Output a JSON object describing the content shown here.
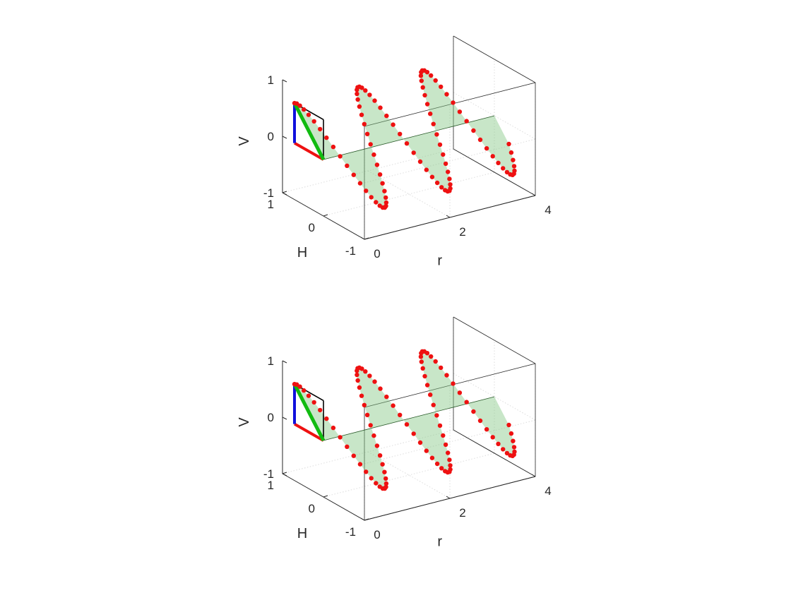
{
  "chart_data": [
    {
      "type": "scatter3d",
      "title": "",
      "xlabel": "r",
      "ylabel": "H",
      "zlabel": "V",
      "xlim": [
        0,
        4
      ],
      "ylim": [
        -1,
        1
      ],
      "zlim": [
        -1,
        1
      ],
      "xticks": [
        "0",
        "2",
        "4"
      ],
      "yticks": [
        "1",
        "0",
        "-1"
      ],
      "zticks": [
        "1",
        "0",
        "-1"
      ],
      "grid": true,
      "wave": {
        "amplitude": 1,
        "wavelength": 1.5,
        "r_start": 0,
        "r_end": 4,
        "point_count": 96,
        "polarization_angle_deg": 45
      },
      "vectors": {
        "horizontal_component": "red",
        "vertical_component": "blue",
        "resultant": "green"
      }
    },
    {
      "type": "scatter3d",
      "title": "",
      "xlabel": "r",
      "ylabel": "H",
      "zlabel": "V",
      "xlim": [
        0,
        4
      ],
      "ylim": [
        -1,
        1
      ],
      "zlim": [
        -1,
        1
      ],
      "xticks": [
        "0",
        "2",
        "4"
      ],
      "yticks": [
        "1",
        "0",
        "-1"
      ],
      "zticks": [
        "1",
        "0",
        "-1"
      ],
      "grid": true,
      "wave": {
        "amplitude": 1,
        "wavelength": 1.5,
        "r_start": 0,
        "r_end": 4,
        "point_count": 96,
        "polarization_angle_deg": 45
      },
      "vectors": {
        "horizontal_component": "red",
        "vertical_component": "blue",
        "resultant": "green"
      }
    }
  ],
  "colors": {
    "points": "#ee1111",
    "fill": "#86c886",
    "grid": "#d4d4d4",
    "axes": "#262626",
    "h_vector": "#ee1111",
    "v_vector": "#1010dd",
    "resultant": "#11bb11",
    "box": "#000000"
  }
}
